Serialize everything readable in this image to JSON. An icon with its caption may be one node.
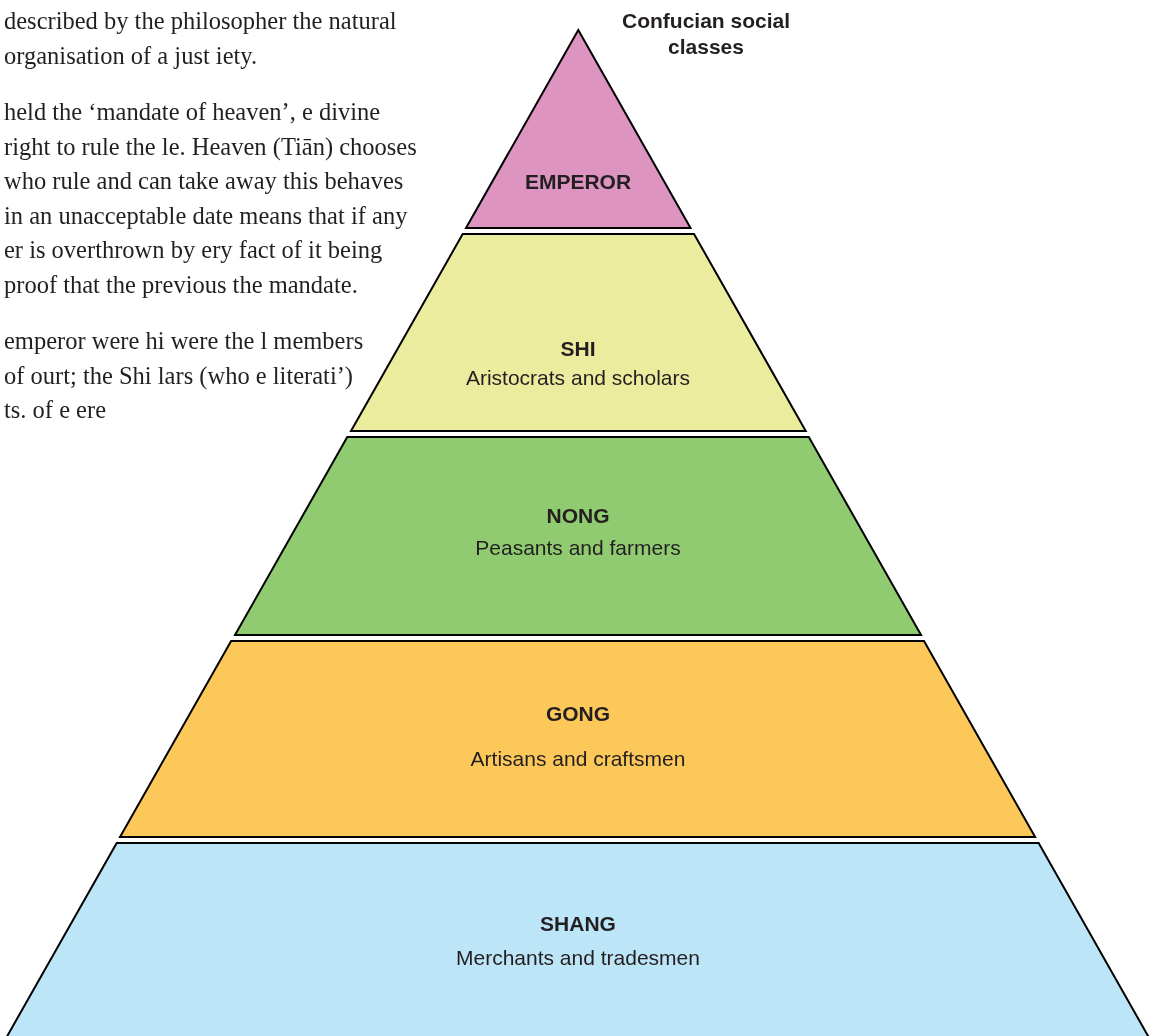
{
  "diagram": {
    "title": "Confucian social classes",
    "nodes": [
      {
        "text": [
          "EMPEROR"
        ]
      },
      {
        "text": [
          "SHI",
          "Aristocrats and scholars"
        ]
      },
      {
        "text": [
          "NONG",
          "Peasants and farmers"
        ]
      },
      {
        "text": [
          "GONG",
          "Artisans and craftsmen"
        ]
      },
      {
        "text": [
          "SHANG",
          "Merchants and tradesmen"
        ]
      }
    ],
    "labels": [
      "described by the philosopher the natural organisation of a just iety.",
      "held the ‘mandate of heaven’, e divine right to rule the le. Heaven (Tiān) chooses who rule and can take away this behaves in an unacceptable date means that if any er is overthrown by ery fact of it being proof that the previous the mandate.",
      "emperor were hi were the l members of ourt; the Shi lars (who e literati’) ts. of e ere"
    ]
  }
}
